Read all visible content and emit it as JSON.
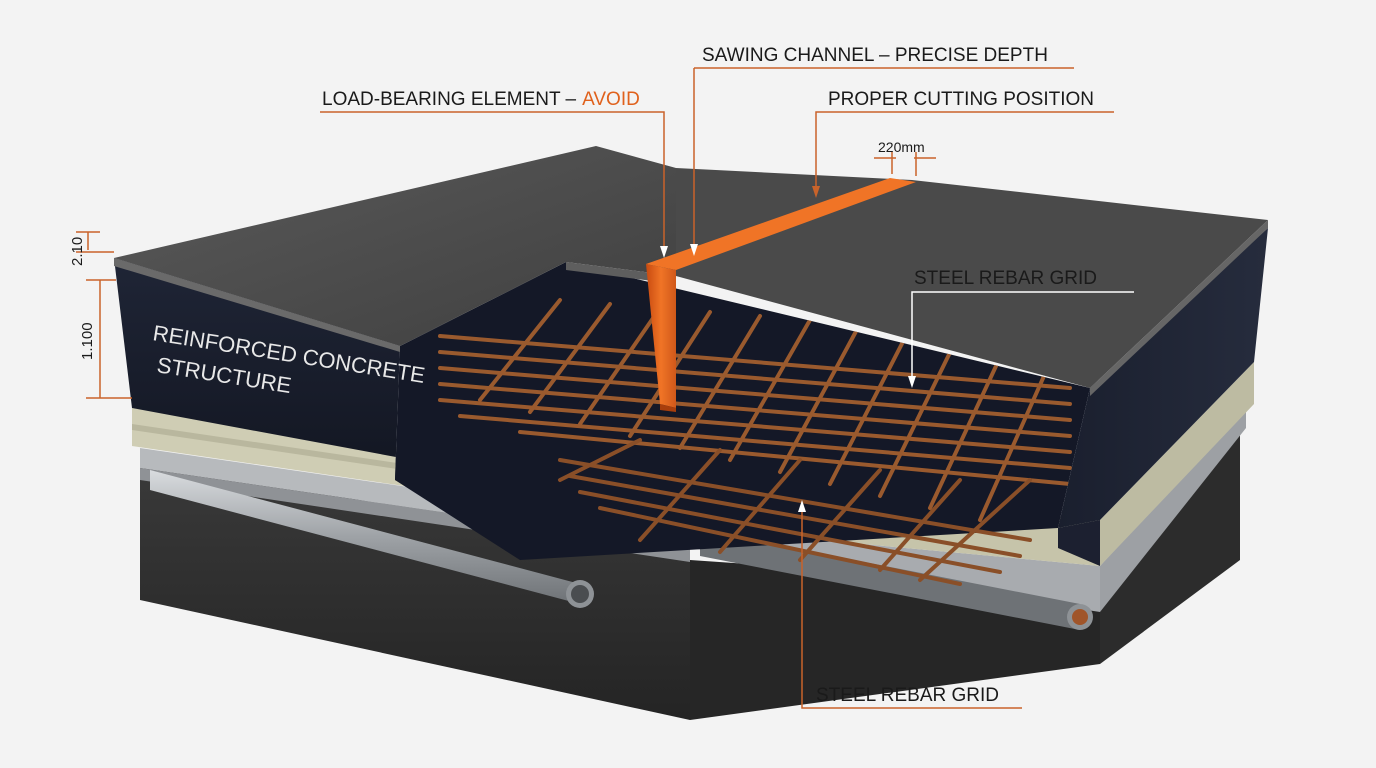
{
  "labels": {
    "sawing_channel": "SAWING CHANNEL – PRECISE DEPTH",
    "load_bearing_prefix": "LOAD-BEARING ELEMENT –",
    "load_bearing_warning": "AVOID",
    "cutting_position": "PROPER CUTTING POSITION",
    "channel_width": "220mm",
    "rebar_grid_upper": "STEEL REBAR GRID",
    "rebar_grid_lower": "STEEL REBAR GRID",
    "structure_line1": "REINFORCED CONCRETE",
    "structure_line2": "STRUCTURE",
    "dim_top": "2.10",
    "dim_main": "1.100"
  },
  "colors": {
    "accent_orange": "#e0611c",
    "leader_orange": "#c9632a",
    "slab_top": "#4e4e4e",
    "concrete_side": "#171b2a",
    "insulation": "#c9c8b0",
    "steel_plate": "#aeb1b4",
    "base": "#2f2f2f",
    "rebar": "#9a5a2e",
    "label_text": "#1a1a1a",
    "structure_text": "#e8e8e8",
    "background": "#f3f3f3"
  }
}
